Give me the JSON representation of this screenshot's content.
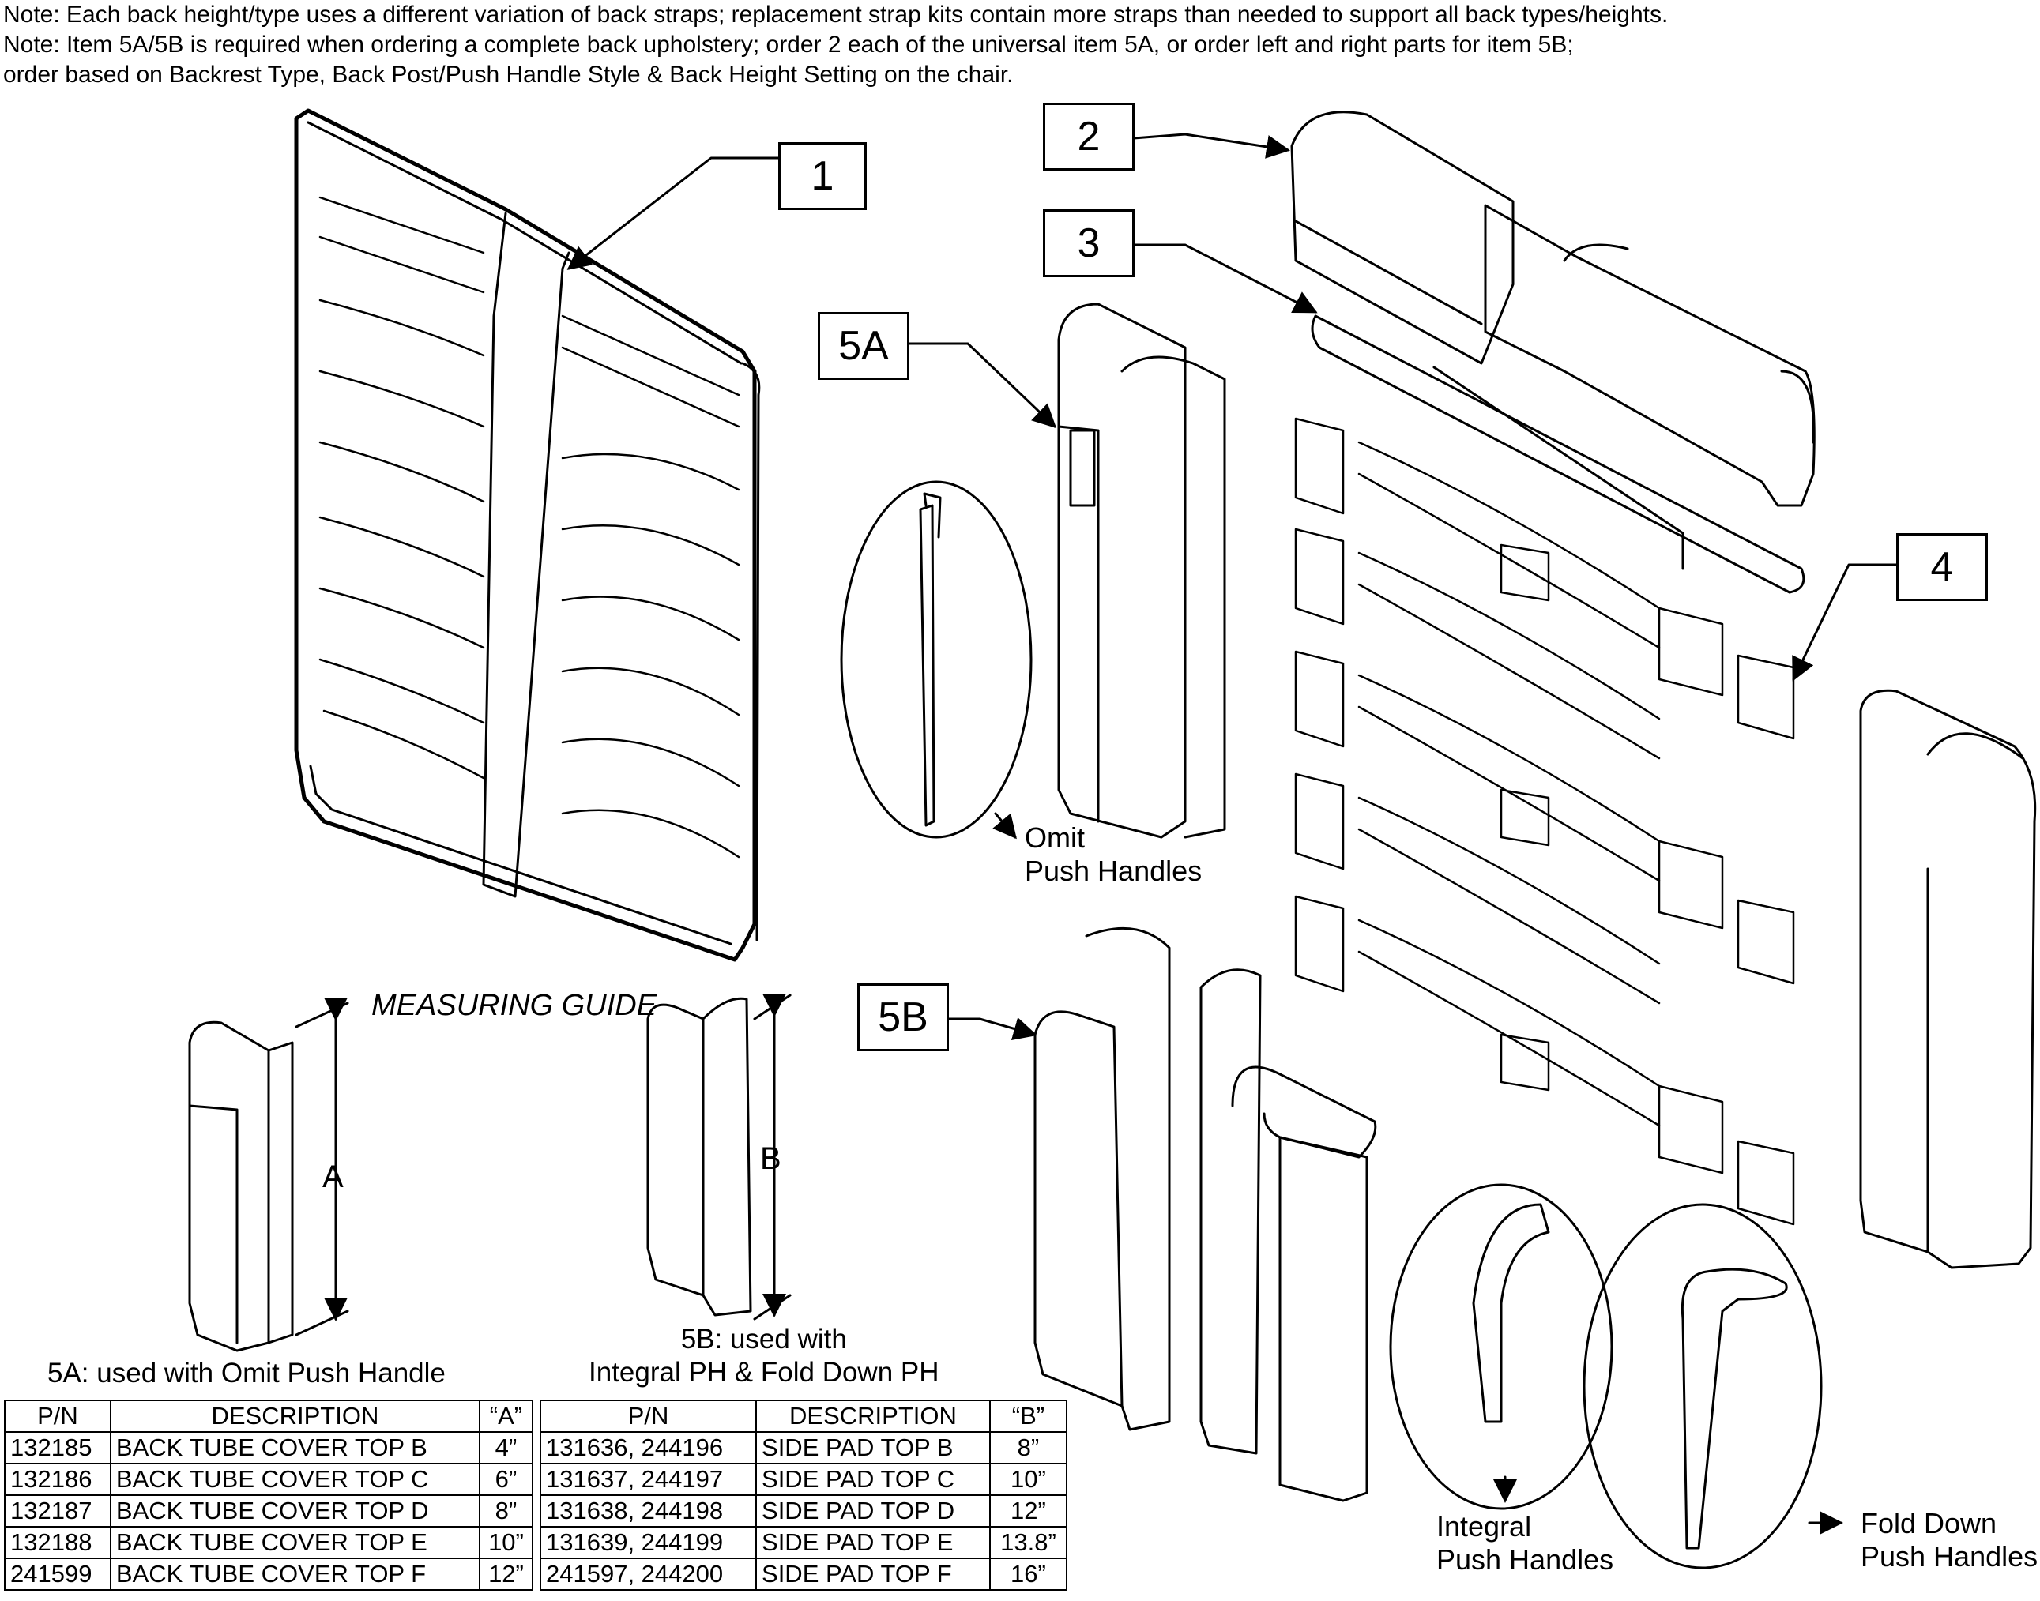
{
  "notes": [
    "Note: Each back height/type uses a different variation of back straps; replacement strap kits contain more straps than needed to support all back types/heights.",
    "Note: Item 5A/5B is required when ordering a complete back upholstery; order 2 each of the universal item 5A, or order left and right parts for item 5B;",
    "order based on Backrest Type, Back Post/Push Handle Style & Back Height Setting on the chair."
  ],
  "callouts": {
    "c1": "1",
    "c2": "2",
    "c3": "3",
    "c4": "4",
    "c5a": "5A",
    "c5b": "5B"
  },
  "labels": {
    "omit": [
      "Omit",
      "Push Handles"
    ],
    "integral": [
      "Integral",
      "Push Handles"
    ],
    "folddown": [
      "Fold Down",
      "Push Handles"
    ],
    "measuring_guide": "MEASURING GUIDE",
    "dim_a": "A",
    "dim_b": "B"
  },
  "table_5a": {
    "caption": "5A: used with Omit Push Handle",
    "headers": [
      "P/N",
      "DESCRIPTION",
      "“A”"
    ],
    "rows": [
      [
        "132185",
        "BACK TUBE COVER TOP B",
        "4”"
      ],
      [
        "132186",
        "BACK TUBE COVER TOP C",
        "6”"
      ],
      [
        "132187",
        "BACK TUBE COVER TOP D",
        "8”"
      ],
      [
        "132188",
        "BACK TUBE COVER TOP E",
        "10”"
      ],
      [
        "241599",
        "BACK TUBE COVER TOP F",
        "12”"
      ]
    ]
  },
  "table_5b": {
    "caption": [
      "5B: used with",
      "Integral PH & Fold Down PH"
    ],
    "headers": [
      "P/N",
      "DESCRIPTION",
      "“B”"
    ],
    "rows": [
      [
        "131636, 244196",
        "SIDE PAD TOP B",
        "8”"
      ],
      [
        "131637, 244197",
        "SIDE PAD TOP C",
        "10”"
      ],
      [
        "131638, 244198",
        "SIDE PAD TOP D",
        "12”"
      ],
      [
        "131639, 244199",
        "SIDE PAD TOP E",
        "13.8”"
      ],
      [
        "241597, 244200",
        "SIDE PAD TOP F",
        "16”"
      ]
    ]
  }
}
